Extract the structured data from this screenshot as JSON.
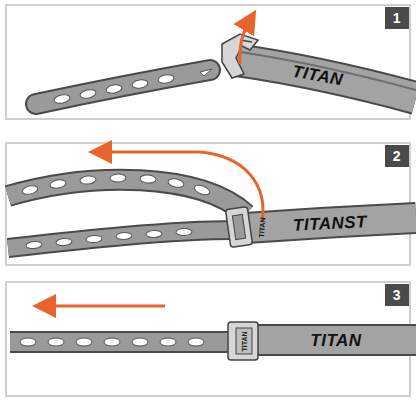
{
  "diagram": {
    "labels": [
      "1",
      "TITAN",
      "2",
      "TITAN",
      "TITANST",
      "3",
      "TITAN",
      "TITAN"
    ]
  }
}
